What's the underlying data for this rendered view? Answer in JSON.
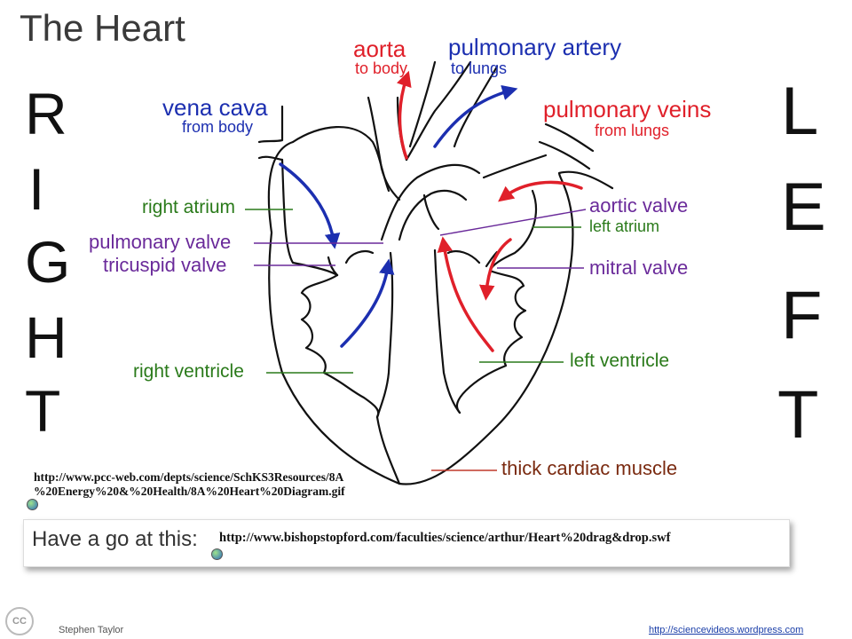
{
  "title": "The Heart",
  "side_right": [
    "R",
    "I",
    "G",
    "H",
    "T"
  ],
  "side_left": [
    "L",
    "E",
    "F",
    "T"
  ],
  "labels": {
    "aorta": "aorta",
    "aorta_sub": "to body",
    "pulmonary_artery": "pulmonary artery",
    "pulmonary_artery_sub": "to lungs",
    "vena_cava": "vena cava",
    "vena_cava_sub": "from body",
    "pulmonary_veins": "pulmonary veins",
    "pulmonary_veins_sub": "from lungs",
    "right_atrium": "right atrium",
    "aortic_valve": "aortic valve",
    "left_atrium": "left atrium",
    "pulmonary_valve": "pulmonary valve",
    "tricuspid_valve": "tricuspid valve",
    "mitral_valve": "mitral valve",
    "right_ventricle": "right ventricle",
    "left_ventricle": "left ventricle",
    "thick_cardiac_muscle": "thick cardiac muscle"
  },
  "source_url_line1": "http://www.pcc-web.com/depts/science/SchKS3Resources/8A",
  "source_url_line2": "%20Energy%20&%20Health/8A%20Heart%20Diagram.gif",
  "have_a_go": "Have a go at this:",
  "have_a_go_url": "http://www.bishopstopford.com/faculties/science/arthur/Heart%20drag&drop.swf",
  "footer_author": "Stephen Taylor",
  "footer_link": "http://sciencevideos.wordpress.com",
  "cc_badge": "CC",
  "colors": {
    "oxygenated": "#e0202a",
    "deoxygenated": "#1c2fb0",
    "structure_label": "#2a7a1a",
    "valve_label": "#6a2a9a"
  }
}
